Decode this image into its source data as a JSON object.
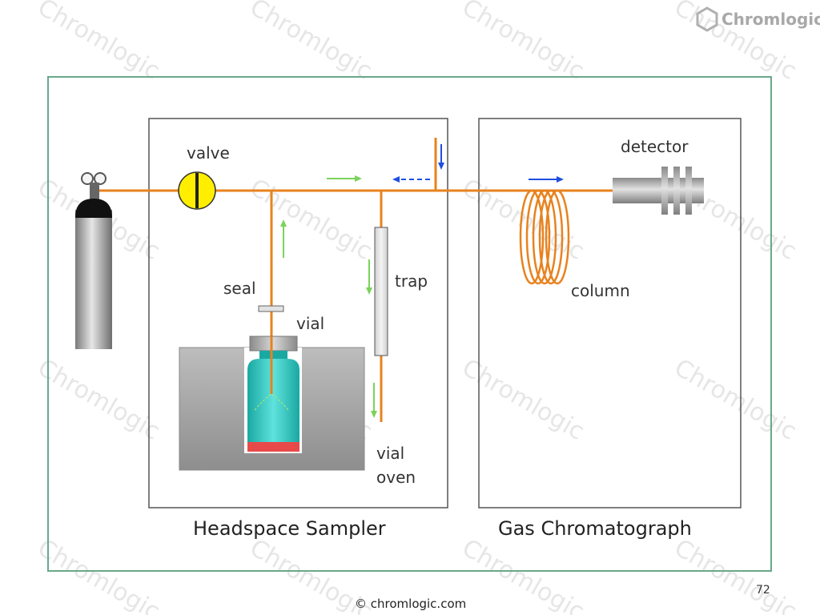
{
  "brand": {
    "name": "Chromlogic"
  },
  "watermark_text": "Chromlogic",
  "labels": {
    "valve": "valve",
    "seal": "seal",
    "vial": "vial",
    "trap": "trap",
    "vial_oven_line1": "vial",
    "vial_oven_line2": "oven",
    "detector": "detector",
    "column": "column"
  },
  "sections": {
    "headspace_sampler": "Headspace Sampler",
    "gas_chromatograph": "Gas Chromatograph"
  },
  "footer": {
    "copyright": "© chromlogic.com",
    "page_number": "72"
  },
  "colors": {
    "frame": "#6aa88a",
    "pipe": "#e8821e",
    "valve": "#ffee00",
    "vial_liquid": "#2ec9c2",
    "vial_base": "#e84a4a",
    "flow_green": "#7ad35a",
    "flow_blue": "#1f4fe0"
  }
}
